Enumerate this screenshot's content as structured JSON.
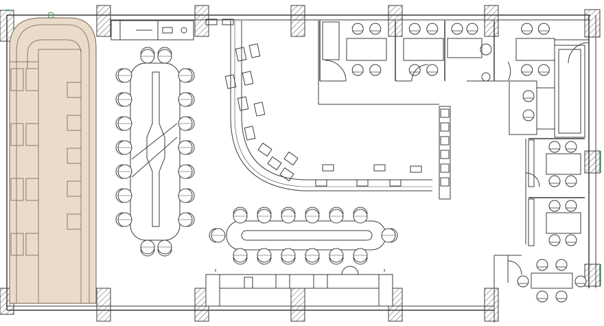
{
  "plan": {
    "colors": {
      "background": "#ffffff",
      "line": "#3a3a3a",
      "wall_fill": "#ffffff",
      "highlight_fill": "#eadccb",
      "highlight_line": "#8a7a64",
      "accent_green": "#3aa655"
    },
    "zones": {
      "left_bench": {
        "highlight": true
      },
      "conference_long": {
        "seats": 14
      },
      "conference_center": {
        "seats": 12
      },
      "booths_top": {
        "count": 4
      },
      "booths_right": {
        "count": 3
      },
      "curved_counter": {
        "stools": 16
      }
    }
  }
}
